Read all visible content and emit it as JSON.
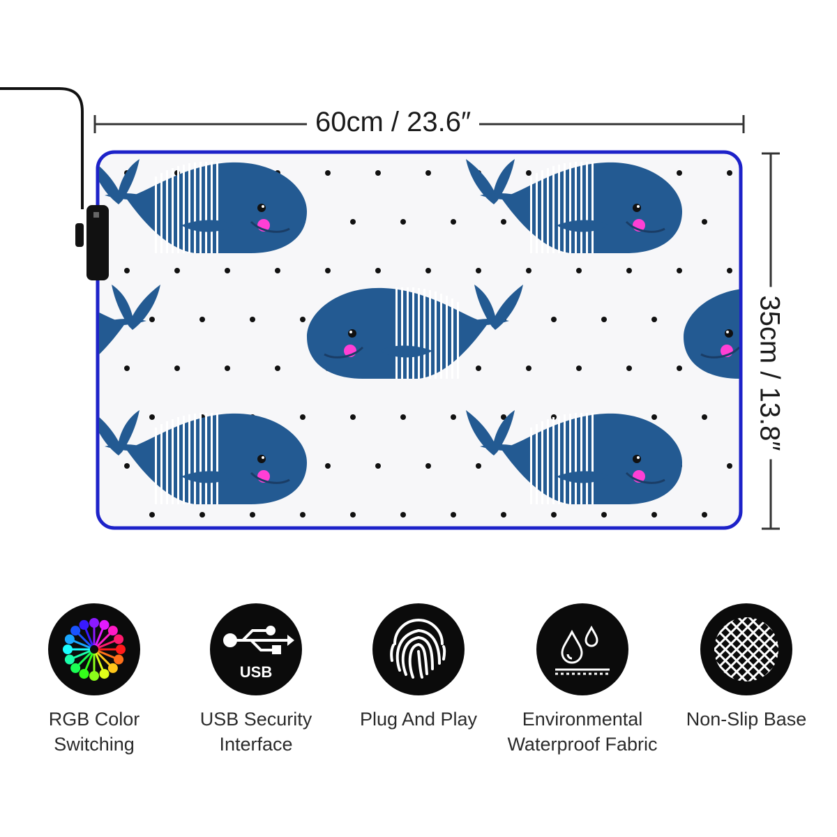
{
  "product": {
    "width_dimension": "60cm / 23.6″",
    "height_dimension": "35cm / 13.8″",
    "mat_pattern": "whale-icon",
    "colors": {
      "border": "#1d22c9",
      "whale": "#235a92",
      "cheek": "#ff3fd5",
      "dot": "#111111",
      "mat_background": "#f7f7f9"
    }
  },
  "features": [
    {
      "icon": "rgb-color-wheel-icon",
      "label_line1": "RGB Color",
      "label_line2": "Switching"
    },
    {
      "icon": "usb-icon",
      "icon_text": "USB",
      "label_line1": "USB Security",
      "label_line2": "Interface"
    },
    {
      "icon": "fingerprint-icon",
      "label_line1": "Plug And Play",
      "label_line2": ""
    },
    {
      "icon": "water-drops-icon",
      "label_line1": "Environmental",
      "label_line2": "Waterproof Fabric"
    },
    {
      "icon": "grid-mesh-icon",
      "label_line1": "Non-Slip Base",
      "label_line2": ""
    }
  ]
}
